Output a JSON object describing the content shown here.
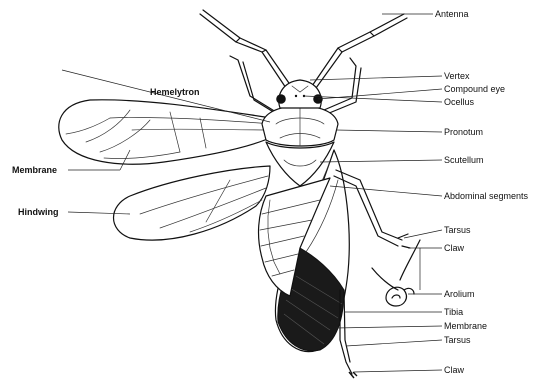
{
  "labels": {
    "antenna": "Antenna",
    "vertex": "Vertex",
    "compound_eye": "Compound eye",
    "ocellus": "Ocellus",
    "pronotum": "Pronotum",
    "scutellum": "Scutellum",
    "abdominal_segments": "Abdominal segments",
    "tarsus_upper": "Tarsus",
    "claw_upper": "Claw",
    "arolium": "Arolium",
    "tibia": "Tibia",
    "membrane_right": "Membrane",
    "tarsus_lower": "Tarsus",
    "claw_lower": "Claw",
    "hemelytron": "Hemelytron",
    "membrane_left": "Membrane",
    "hindwing": "Hindwing"
  }
}
